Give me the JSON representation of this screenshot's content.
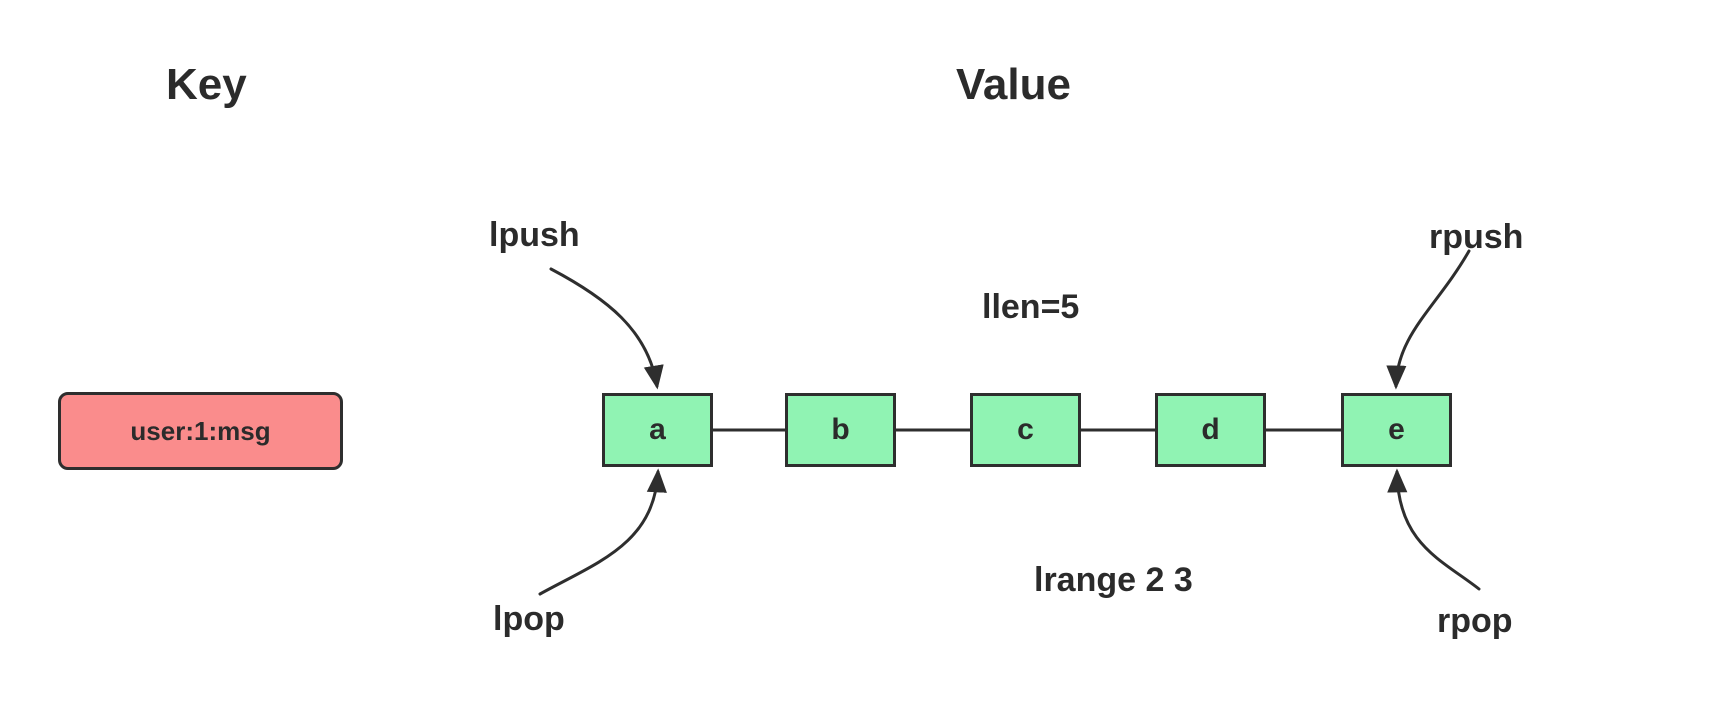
{
  "headers": {
    "key": "Key",
    "value": "Value"
  },
  "key_column": {
    "key_label": "user:1:msg"
  },
  "list": {
    "nodes": [
      "a",
      "b",
      "c",
      "d",
      "e"
    ],
    "length_annotation": "llen=5",
    "range_annotation": "lrange 2 3"
  },
  "operations": {
    "lpush": "lpush",
    "rpush": "rpush",
    "lpop": "lpop",
    "rpop": "rpop"
  },
  "colors": {
    "key_fill": "#fa8c8c",
    "node_fill": "#90f3b3",
    "stroke": "#2e2e2e",
    "background": "#ffffff"
  }
}
